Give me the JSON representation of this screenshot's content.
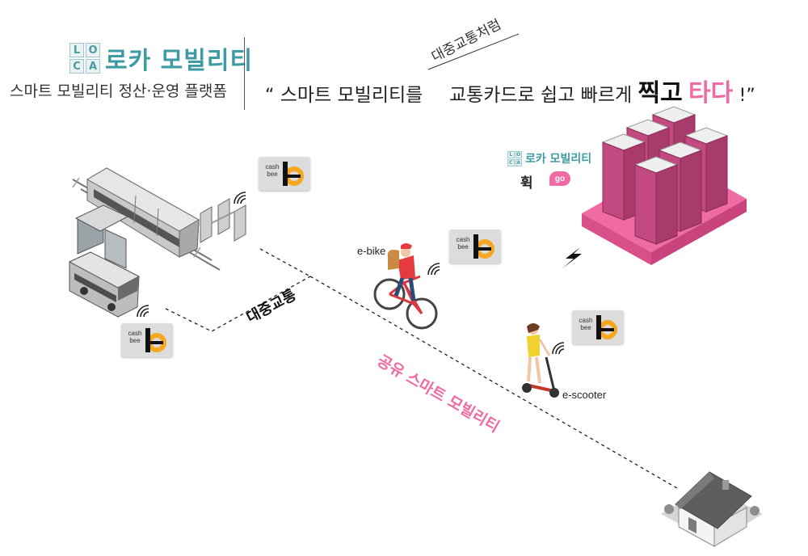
{
  "brand": {
    "logo_letters": [
      "L",
      "O",
      "C",
      "A"
    ],
    "name": "로카 모빌리티",
    "subtitle": "스마트 모빌리티 정산·운영 플랫폼"
  },
  "slogan": {
    "open_quote": "“",
    "part1": "스마트 모빌리티를",
    "part2": "교통카드로 쉽고 빠르게",
    "strong": "찍고",
    "pink": "타다",
    "close": "!”",
    "caption": "대중교통처럼"
  },
  "server": {
    "brand_name": "로카 모빌리티",
    "app_name": "휙",
    "app_badge": "go"
  },
  "labels": {
    "ebike": "e-bike",
    "escooter": "e-scooter",
    "public_transit": "대중교통",
    "shared_mobility": "공유 스마트 모빌리티"
  },
  "card": {
    "brand_line1": "cash",
    "brand_line2": "bee"
  },
  "colors": {
    "brand_teal": "#3e9aa3",
    "pink": "#f06aa4",
    "card_gray": "#dcdcdc",
    "card_stripe": "#f5a623"
  }
}
